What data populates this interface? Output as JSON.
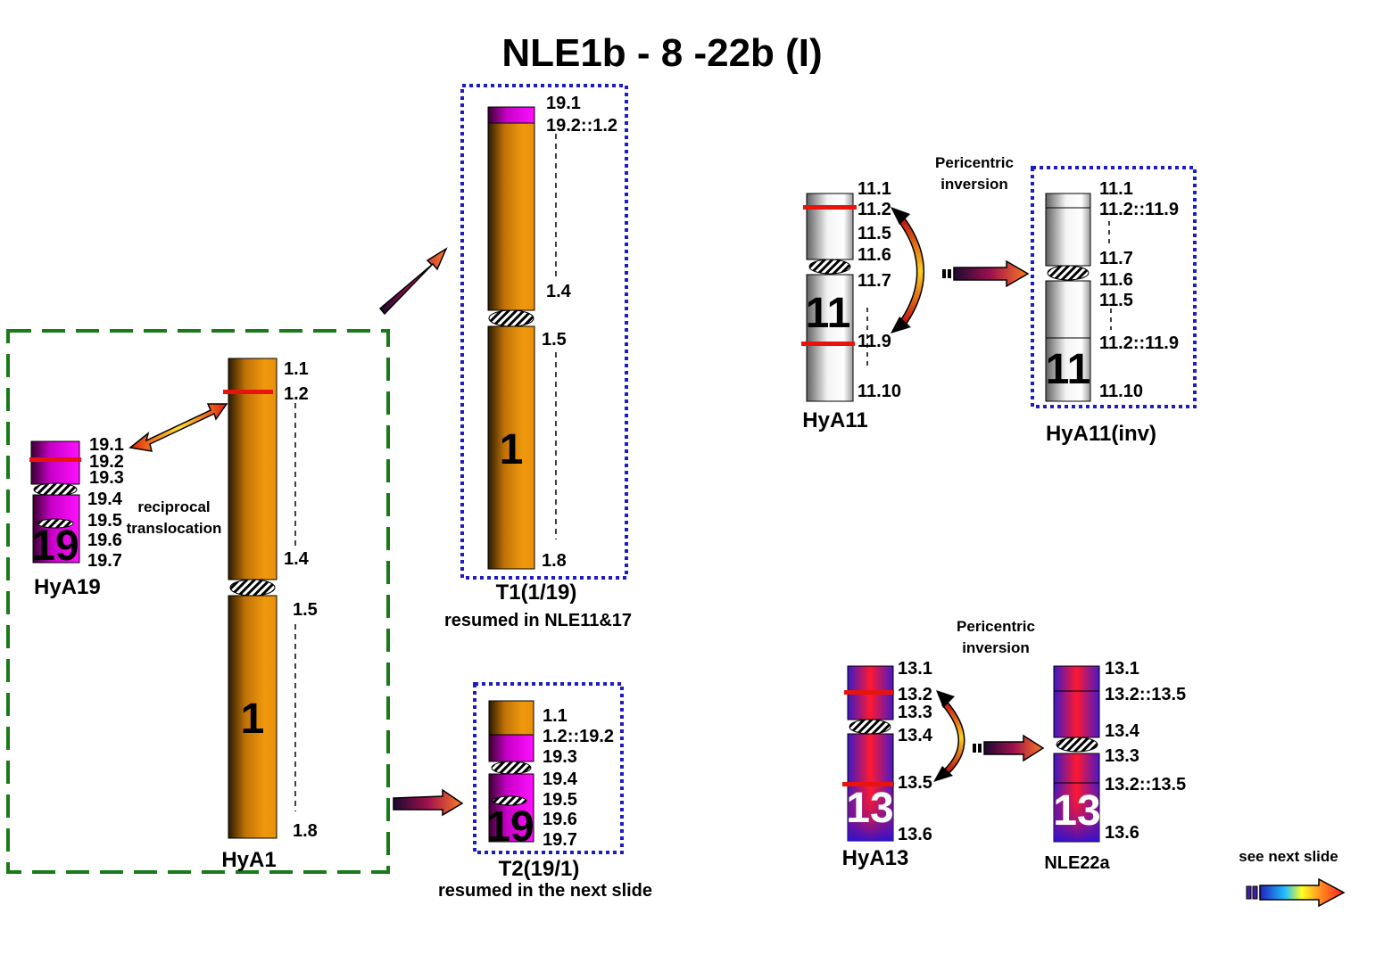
{
  "title": "NLE1b - 8 -22b (I)",
  "colors": {
    "chr1": "#e8920a",
    "chr19": "#e000e0",
    "chr11": "#d8d8d8",
    "chr13": "#e8182c",
    "breakpoint": "#e8140c",
    "dashed_box_green": "#1a7a1a",
    "dotted_box_blue": "#1c1cc8"
  },
  "hya19": {
    "caption": "HyA19",
    "number": "19",
    "bands": [
      "19.1",
      "19.2",
      "19.3",
      "19.4",
      "19.5",
      "19.6",
      "19.7"
    ]
  },
  "hya1": {
    "caption": "HyA1",
    "number": "1",
    "bands": [
      "1.1",
      "1.2",
      "1.4",
      "1.5",
      "1.8"
    ]
  },
  "reciprocal_label": [
    "reciprocal",
    "translocation"
  ],
  "t1": {
    "caption": "T1(1/19)",
    "subcaption": "resumed in NLE11&17",
    "number": "1",
    "bands": [
      "19.1",
      "19.2::1.2",
      "1.4",
      "1.5",
      "1.8"
    ]
  },
  "t2": {
    "caption": "T2(19/1)",
    "subcaption": "resumed in the next slide",
    "number": "19",
    "bands": [
      "1.1",
      "1.2::19.2",
      "19.3",
      "19.4",
      "19.5",
      "19.6",
      "19.7"
    ]
  },
  "hya11": {
    "caption": "HyA11",
    "number": "11",
    "bands": [
      "11.1",
      "11.2",
      "11.5",
      "11.6",
      "11.7",
      "11.9",
      "11.10"
    ]
  },
  "inversion_label_1": [
    "Pericentric",
    "inversion"
  ],
  "hya11inv": {
    "caption": "HyA11(inv)",
    "number": "11",
    "bands": [
      "11.1",
      "11.2::11.9",
      "11.7",
      "11.6",
      "11.5",
      "11.2::11.9",
      "11.10"
    ]
  },
  "hya13": {
    "caption": "HyA13",
    "number": "13",
    "bands": [
      "13.1",
      "13.2",
      "13.3",
      "13.4",
      "13.5",
      "13.6"
    ]
  },
  "inversion_label_2": [
    "Pericentric",
    "inversion"
  ],
  "nle22a": {
    "caption": "NLE22a",
    "number": "13",
    "bands": [
      "13.1",
      "13.2::13.5",
      "13.4",
      "13.3",
      "13.2::13.5",
      "13.6"
    ]
  },
  "next_slide_label": "see next slide"
}
